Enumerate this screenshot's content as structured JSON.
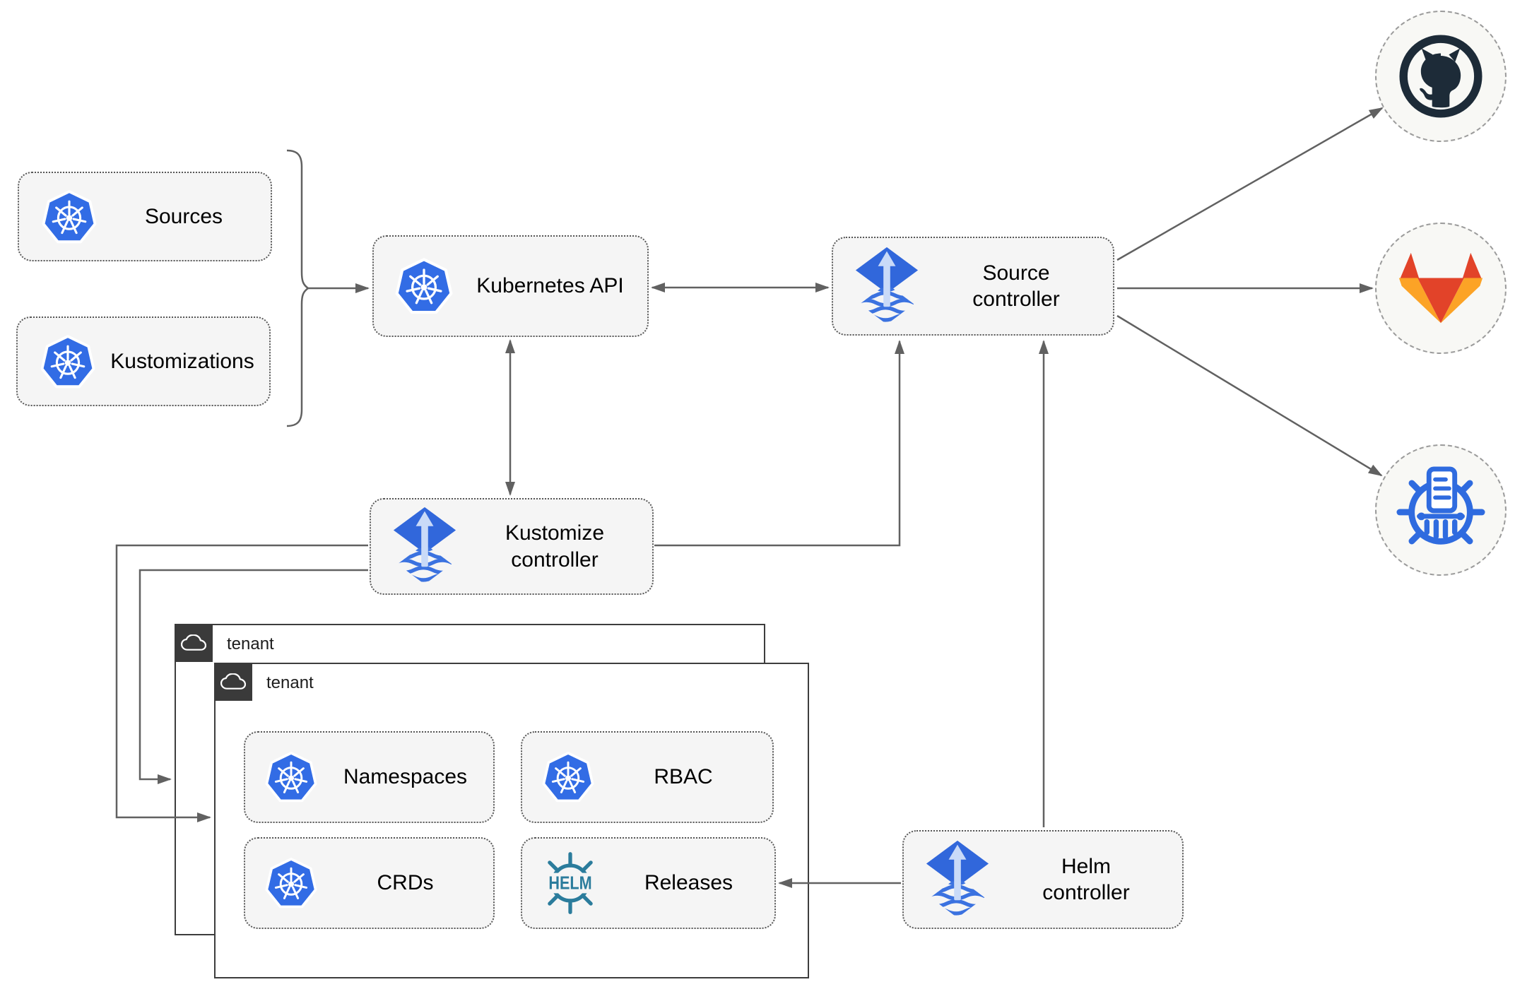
{
  "diagram": {
    "colors": {
      "node_fill": "#F5F5F5",
      "node_border": "#575757",
      "connector_gray": "#616161",
      "tenant_border": "#3D3D3D",
      "tenant_header_bg": "#3A3A3A",
      "remote_circle_fill": "#F8F8F5",
      "remote_circle_border": "#9B9B9B",
      "kubernetes_blue": "#326CE5",
      "flux_blue": "#3167DB",
      "flux_arrow_light": "#C9DAF8",
      "helm_teal": "#2B7C9C",
      "chartmuseum_blue": "#2F6BDF",
      "github_dark": "#1D2B38",
      "gitlab_red_orange": "#E24329",
      "gitlab_yellow_orange": "#FCA326"
    },
    "nodes": {
      "sources": {
        "label": "Sources",
        "icon": "kubernetes-icon"
      },
      "kustomizations": {
        "label": "Kustomizations",
        "icon": "kubernetes-icon"
      },
      "kubernetes_api": {
        "label": "Kubernetes API",
        "icon": "kubernetes-icon"
      },
      "source_controller": {
        "label": "Source controller",
        "icon": "flux-icon"
      },
      "kustomize_controller": {
        "label": "Kustomize controller",
        "icon": "flux-icon"
      },
      "helm_controller": {
        "label": "Helm controller",
        "icon": "flux-icon"
      },
      "tenant_back": {
        "label": "tenant",
        "icon": "cloud-icon"
      },
      "tenant_front": {
        "label": "tenant",
        "icon": "cloud-icon"
      },
      "namespaces": {
        "label": "Namespaces",
        "icon": "kubernetes-icon"
      },
      "rbac": {
        "label": "RBAC",
        "icon": "kubernetes-icon"
      },
      "crds": {
        "label": "CRDs",
        "icon": "kubernetes-icon"
      },
      "releases": {
        "label": "Releases",
        "icon": "helm-icon",
        "helm_logo_text": "HELM"
      },
      "github": {
        "icon": "github-icon"
      },
      "gitlab": {
        "icon": "gitlab-icon"
      },
      "chartmuseum": {
        "icon": "chartmuseum-icon"
      }
    },
    "edges": [
      {
        "from": "sources-and-kustomizations-brace",
        "to": "kubernetes-api",
        "style": "arrow"
      },
      {
        "from": "kubernetes-api",
        "to": "source-controller",
        "style": "double-arrow"
      },
      {
        "from": "kubernetes-api",
        "to": "kustomize-controller",
        "style": "double-arrow"
      },
      {
        "from": "kustomize-controller",
        "to": "source-controller",
        "style": "arrow"
      },
      {
        "from": "helm-controller",
        "to": "source-controller",
        "style": "arrow"
      },
      {
        "from": "helm-controller",
        "to": "releases",
        "style": "arrow"
      },
      {
        "from": "source-controller",
        "to": "github",
        "style": "arrow"
      },
      {
        "from": "source-controller",
        "to": "gitlab",
        "style": "arrow"
      },
      {
        "from": "source-controller",
        "to": "chartmuseum",
        "style": "arrow"
      },
      {
        "from": "kustomize-controller",
        "to": "tenant-front",
        "style": "arrow"
      },
      {
        "from": "kustomize-controller",
        "to": "tenant-back",
        "style": "arrow"
      }
    ]
  }
}
